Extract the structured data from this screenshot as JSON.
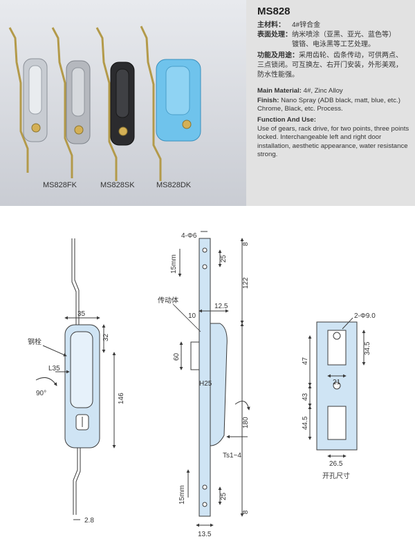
{
  "product": {
    "model": "MS828",
    "captions": [
      "MS828FK",
      "MS828SK",
      "MS828DK"
    ]
  },
  "spec_cn": {
    "material_label": "主材料：",
    "material_value": "4#锌合金",
    "finish_label": "表面处理：",
    "finish_line1": "纳米喷涂（亚黑、亚光、蓝色等）",
    "finish_line2": "镀铬、电泳黑等工艺处理。",
    "function_label": "功能及用途：",
    "function_line1": "采用齿轮、齿条传动，可供两点、",
    "function_line2": "三点锁闭。可互换左、右开门安装，外形美观，",
    "function_line3": "防水性能强。"
  },
  "spec_en": {
    "material_label": "Main Material:",
    "material_value": "4#, Zinc Alloy",
    "finish_label": "Finish:",
    "finish_value": "Nano Spray (ADB black, matt, blue, etc.) Chrome, Black, etc. Process.",
    "function_label": "Function And Use:",
    "function_value": "Use of gears, rack drive, for two points, three points locked. Interchangeable left and right door installation, aesthetic appearance, water resistance strong."
  },
  "drawing_front": {
    "dim_width": "35",
    "dim_handle": "32",
    "dim_l": "L35",
    "dim_height": "146",
    "dim_bottom": "2.8",
    "angle": "90°",
    "label_bolt": "钢栓"
  },
  "drawing_side": {
    "holes": "4-Φ6",
    "dim_top": "8",
    "dim_pitch_top": "25",
    "dim_upper": "122",
    "dim_12_5": "12.5",
    "dim_10": "10",
    "dim_60": "60",
    "dim_h25": "H25",
    "dim_lower": "180",
    "dim_ts": "Ts1~4",
    "dim_pitch_bottom": "25",
    "dim_bottom": "8",
    "dim_width": "13.5",
    "travel_top": "15mm",
    "travel_bottom": "15mm",
    "label_gear": "传动体"
  },
  "drawing_cutout": {
    "holes": "2-Φ9.0",
    "dim_47": "47",
    "dim_34_5": "34.5",
    "dim_21": "21",
    "dim_43": "43",
    "dim_44_5": "44.5",
    "dim_26_5": "26.5",
    "label": "开孔尺寸"
  },
  "colors": {
    "chrome": "#c8ccd2",
    "matt": "#9ea3ab",
    "black": "#2b2b2e",
    "blue": "#6fc3ec",
    "drawing_fill": "#cfe4f4",
    "line": "#3a3a3a"
  }
}
